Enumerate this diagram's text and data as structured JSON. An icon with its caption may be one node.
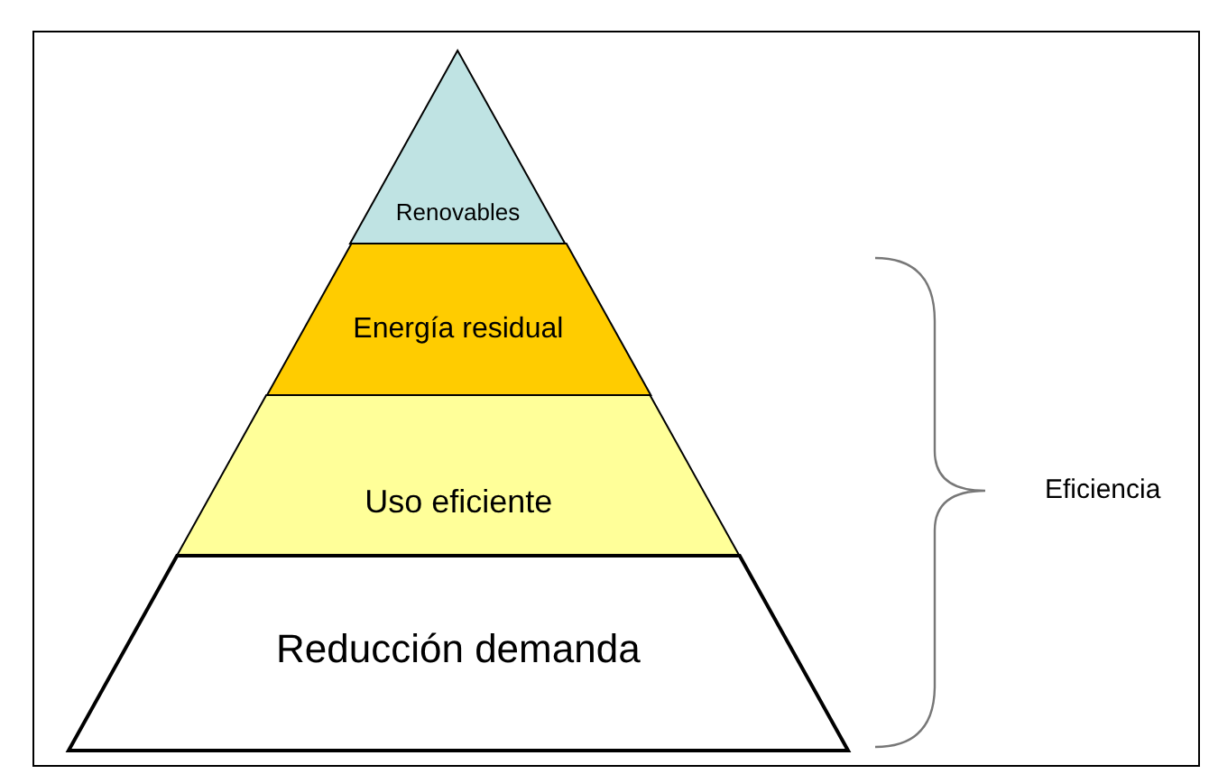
{
  "diagram": {
    "nodes": [
      {
        "text": [
          "Renovables"
        ]
      },
      {
        "text": [
          "Energía residual"
        ]
      },
      {
        "text": [
          "Uso eficiente"
        ]
      },
      {
        "text": [
          "Reducción demanda"
        ]
      }
    ],
    "labels": [
      "Eficiencia"
    ]
  }
}
